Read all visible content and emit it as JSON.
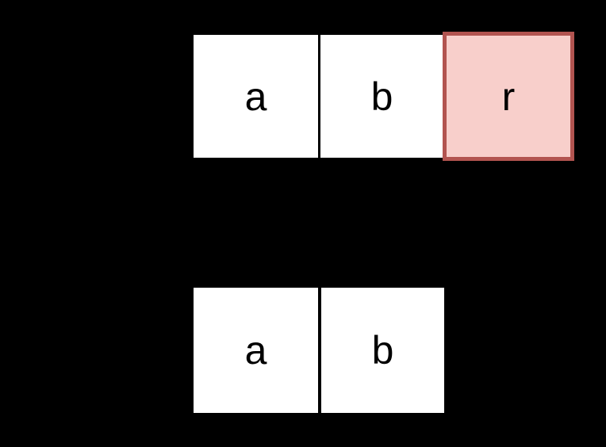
{
  "diagram": {
    "background": "#000000",
    "cell_colors": {
      "fill": "#ffffff",
      "text": "#000000"
    },
    "highlight_colors": {
      "fill": "#f8cfcb",
      "border": "#b25450"
    },
    "rows": [
      {
        "id": "top-row",
        "cells": [
          {
            "label": "a",
            "highlighted": false
          },
          {
            "label": "b",
            "highlighted": false
          },
          {
            "label": "r",
            "highlighted": true
          }
        ]
      },
      {
        "id": "bottom-row",
        "cells": [
          {
            "label": "a",
            "highlighted": false
          },
          {
            "label": "b",
            "highlighted": false
          }
        ]
      }
    ]
  }
}
